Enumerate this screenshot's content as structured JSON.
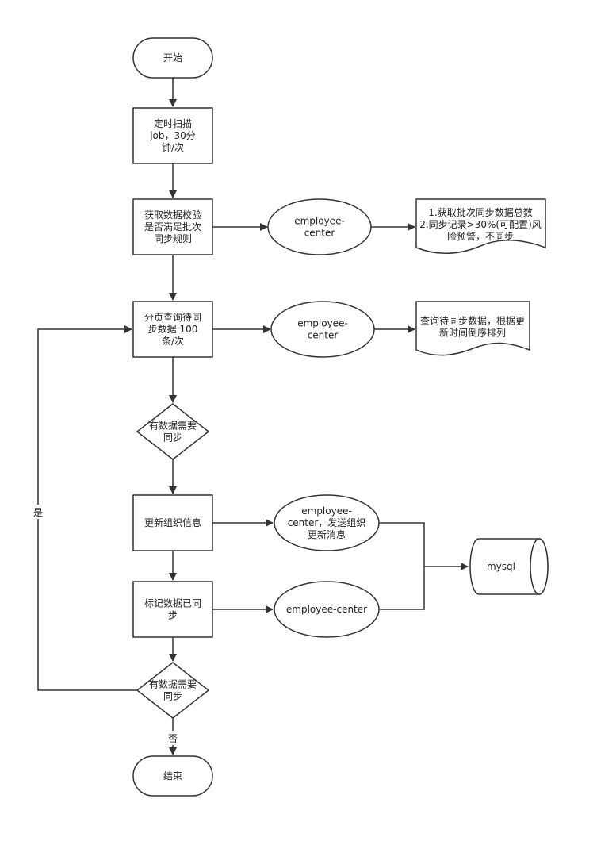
{
  "nodes": {
    "start": {
      "lines": [
        "开始"
      ]
    },
    "timer": {
      "lines": [
        "定时扫描",
        "job，30分",
        "钟/次"
      ]
    },
    "fetch_check": {
      "lines": [
        "获取数据校验",
        "是否满足批次",
        "同步规则"
      ]
    },
    "ec1": {
      "lines": [
        "employee-",
        "center"
      ]
    },
    "note1": {
      "lines": [
        "1.获取批次同步数据总数",
        "2.同步记录>30%(可配置)风",
        "险预警，不同步"
      ]
    },
    "page_query": {
      "lines": [
        "分页查询待同",
        "步数据 100",
        "条/次"
      ]
    },
    "ec2": {
      "lines": [
        "employee-",
        "center"
      ]
    },
    "note2": {
      "lines": [
        "查询待同步数据，根据更",
        "新时间倒序排列"
      ]
    },
    "decision1": {
      "lines": [
        "有数据需要",
        "同步"
      ]
    },
    "update_org": {
      "lines": [
        "更新组织信息"
      ]
    },
    "ec3": {
      "lines": [
        "employee-",
        "center，发送组织",
        "更新消息"
      ]
    },
    "mysql": {
      "lines": [
        "mysql"
      ]
    },
    "mark_synced": {
      "lines": [
        "标记数据已同",
        "步"
      ]
    },
    "ec4": {
      "lines": [
        "employee-center"
      ]
    },
    "decision2": {
      "lines": [
        "有数据需要",
        "同步"
      ]
    },
    "end": {
      "lines": [
        "结束"
      ]
    }
  },
  "edges": {
    "yes_label": "是",
    "no_label": "否"
  },
  "colors": {
    "stroke": "#333333",
    "fill": "#ffffff",
    "text": "#222222"
  }
}
